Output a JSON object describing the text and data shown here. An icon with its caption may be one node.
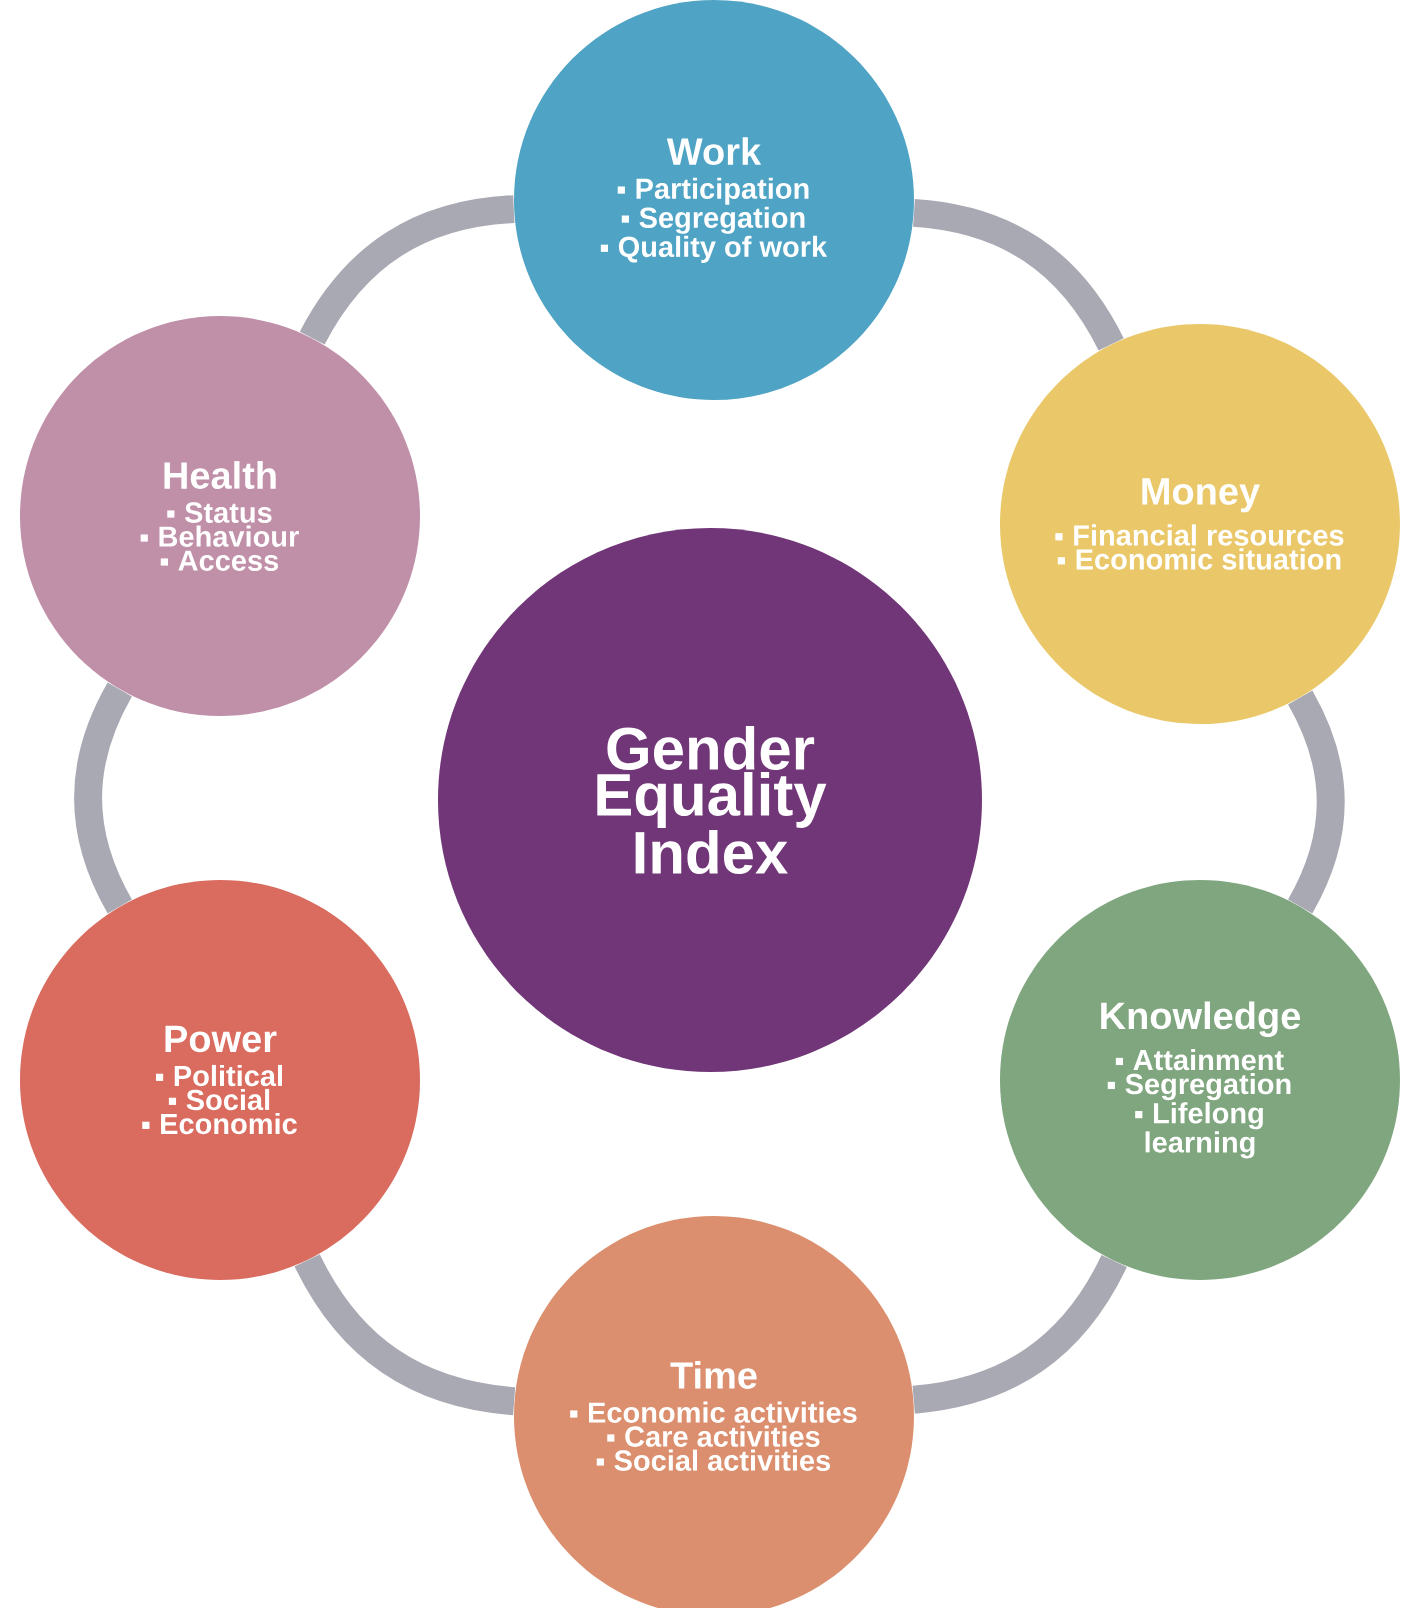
{
  "diagram": {
    "nodes": [
      {
        "text": [
          "Work",
          "Participation",
          "Segregation",
          "Quality of work"
        ]
      },
      {
        "text": [
          "Health",
          "Status",
          "Behaviour",
          "Access"
        ]
      },
      {
        "text": [
          "Money",
          "Financial resources",
          "Economic situation"
        ]
      },
      {
        "text": [
          "Gender Equality Index"
        ]
      },
      {
        "text": [
          "Knowledge",
          "Attainment",
          "Segregation",
          "Lifelong learning"
        ]
      },
      {
        "text": [
          "Power",
          "Political",
          "Social",
          "Economic"
        ]
      },
      {
        "text": [
          "Time",
          "Economic activities",
          "Care activities",
          "Social activities"
        ]
      }
    ],
    "edges": [
      {
        "from": 0,
        "to": 2,
        "arrow": "none"
      },
      {
        "from": 2,
        "to": 4,
        "arrow": "none"
      },
      {
        "from": 4,
        "to": 6,
        "arrow": "none"
      },
      {
        "from": 6,
        "to": 5,
        "arrow": "none"
      },
      {
        "from": 5,
        "to": 1,
        "arrow": "none"
      },
      {
        "from": 1,
        "to": 0,
        "arrow": "none"
      }
    ]
  }
}
